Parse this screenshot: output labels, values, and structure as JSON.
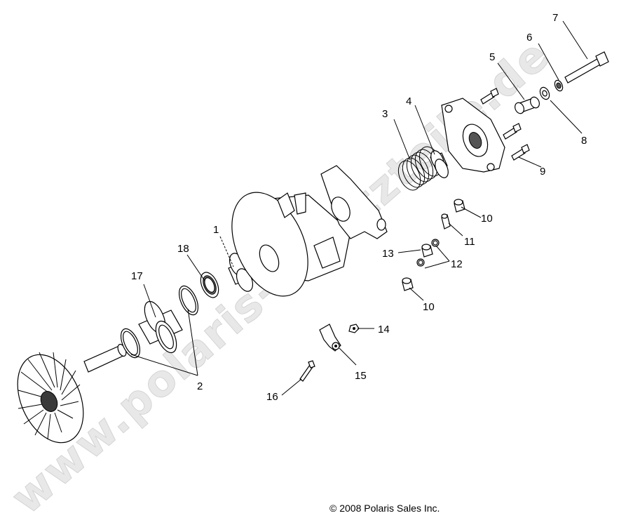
{
  "watermark_text": "www.polaris-ersatzteile.de",
  "copyright": "© 2008 Polaris Sales Inc.",
  "callouts": [
    {
      "id": "1",
      "text": "1"
    },
    {
      "id": "2",
      "text": "2"
    },
    {
      "id": "3",
      "text": "3"
    },
    {
      "id": "4",
      "text": "4"
    },
    {
      "id": "5",
      "text": "5"
    },
    {
      "id": "6",
      "text": "6"
    },
    {
      "id": "7",
      "text": "7"
    },
    {
      "id": "8",
      "text": "8"
    },
    {
      "id": "9",
      "text": "9"
    },
    {
      "id": "10a",
      "text": "10"
    },
    {
      "id": "10b",
      "text": "10"
    },
    {
      "id": "11",
      "text": "11"
    },
    {
      "id": "12",
      "text": "12"
    },
    {
      "id": "13",
      "text": "13"
    },
    {
      "id": "14",
      "text": "14"
    },
    {
      "id": "15",
      "text": "15"
    },
    {
      "id": "16",
      "text": "16"
    },
    {
      "id": "17",
      "text": "17"
    },
    {
      "id": "18",
      "text": "18"
    }
  ]
}
